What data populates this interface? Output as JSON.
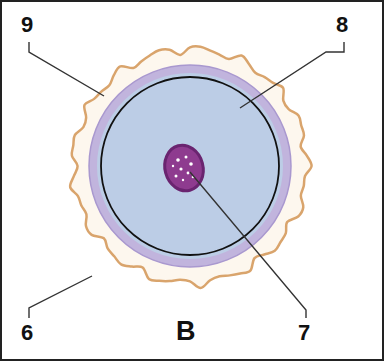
{
  "diagram": {
    "labels": [
      "9",
      "8",
      "6",
      "B",
      "7"
    ]
  }
}
